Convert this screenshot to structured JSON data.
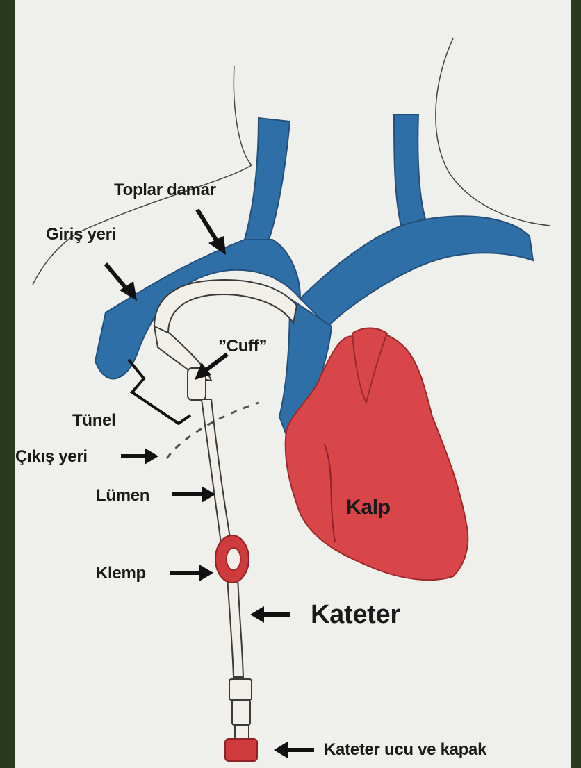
{
  "labels": {
    "toplar_damar": "Toplar damar",
    "giris_yeri": "Giriş yeri",
    "cuff": "”Cuff”",
    "tunel": "Tünel",
    "cikis_yeri": "Çıkış  yeri",
    "lumen": "Lümen",
    "kalp": "Kalp",
    "klemp": "Klemp",
    "kateter": "Kateter",
    "kateter_ucu": "Kateter ucu ve kapak"
  },
  "colors": {
    "vein": "#2f6fa8",
    "heart": "#d9464a",
    "clamp": "#cf3a3c",
    "paper": "#efefec",
    "outline": "#222222",
    "background": "#2b3a1f"
  }
}
